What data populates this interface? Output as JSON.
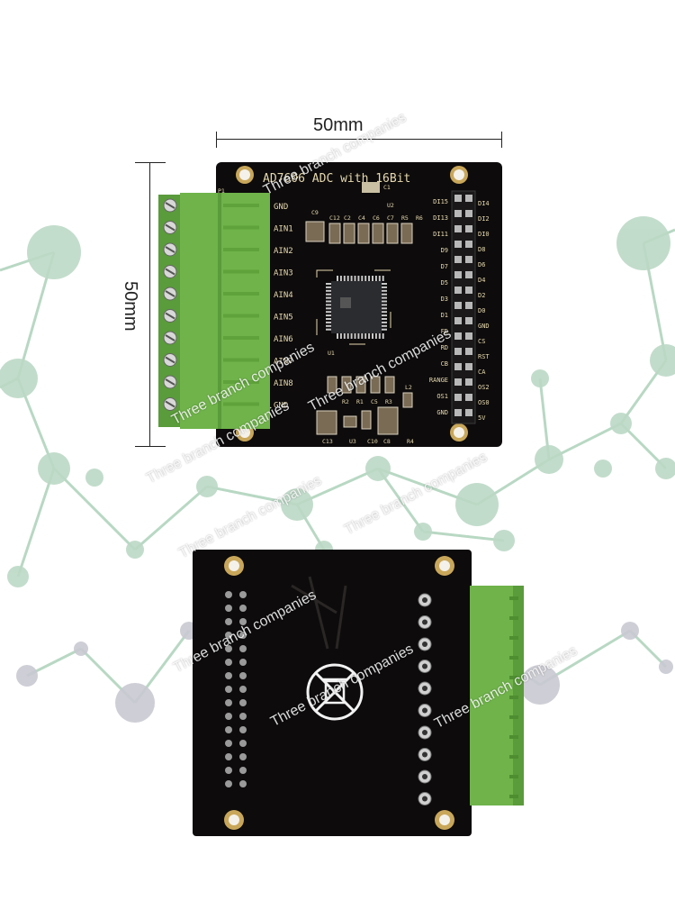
{
  "dimensions": {
    "width_label": "50mm",
    "height_label": "50mm"
  },
  "top_board": {
    "title": "AD7606 ADC with 16Bit",
    "left_pins": [
      "GND",
      "AIN1",
      "AIN2",
      "AIN3",
      "AIN4",
      "AIN5",
      "AIN6",
      "AIN7",
      "AIN8",
      "GND"
    ],
    "header_pins_left": [
      "DI15",
      "DI13",
      "DI11",
      "D9",
      "D7",
      "D5",
      "D3",
      "D1",
      "FD",
      "RD",
      "CB",
      "RANGE",
      "OS1",
      "GND"
    ],
    "header_pins_right": [
      "DI4",
      "DI2",
      "DI0",
      "D8",
      "D6",
      "D4",
      "D2",
      "D0",
      "GND",
      "CS",
      "RST",
      "CA",
      "OS2",
      "OS0",
      "5V"
    ],
    "component_labels": [
      "C9",
      "C12",
      "C2",
      "C4",
      "C6",
      "C7",
      "R5",
      "R6",
      "U2",
      "U1",
      "C1",
      "R2",
      "R1",
      "C5",
      "R3",
      "L2",
      "C13",
      "U3",
      "C10",
      "C8",
      "R4",
      "P1"
    ]
  },
  "bottom_board": {
    "marking": "weee-crossed-bin-icon"
  },
  "watermark": "Three branch companies",
  "colors": {
    "pcb": "#0d0b0b",
    "terminal_green": "#6fb34a",
    "network_node": "#bcd9c6",
    "network_line": "#a7cfb5",
    "silkscreen": "#e6d9b0"
  }
}
